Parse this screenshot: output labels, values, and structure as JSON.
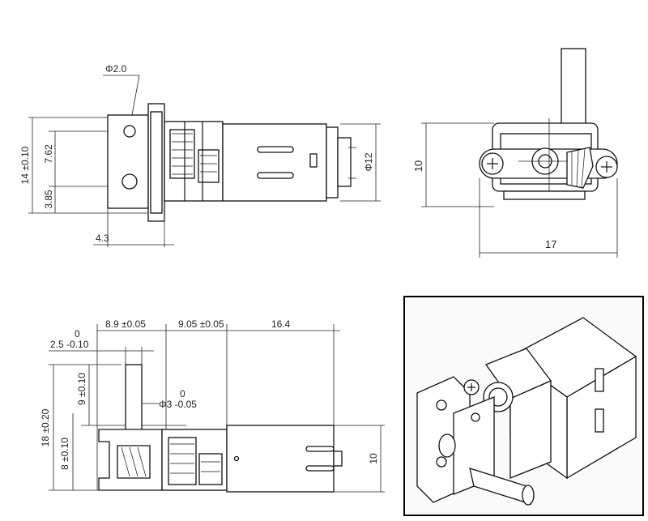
{
  "side_view": {
    "hole_diameter": "Φ2.0",
    "height": "14 ±0.10",
    "hole_spacing": "7.62",
    "hole_offset": "3.85",
    "flange_depth": "4.3",
    "motor_diameter": "Φ12"
  },
  "end_view": {
    "height": "10",
    "width": "17"
  },
  "bottom_view": {
    "zero_top": "0",
    "len_a": "8.9 ±0.05",
    "len_b": "9.05 ±0.05",
    "len_c": "16.4",
    "shaft_offset": "2.5 -0.10",
    "shaft_len": "9 ±0.10",
    "zero_shaft": "0",
    "shaft_dia": "Φ3 -0.05",
    "height": "18 ±0.20",
    "shaft_height": "8 ±0.10",
    "motor_height": "10"
  },
  "colors": {
    "line": "#111111",
    "photo_bg": "#f4f4f4",
    "frame": "#000000"
  },
  "icons": [
    "screw-head-icon",
    "gear-icon"
  ]
}
